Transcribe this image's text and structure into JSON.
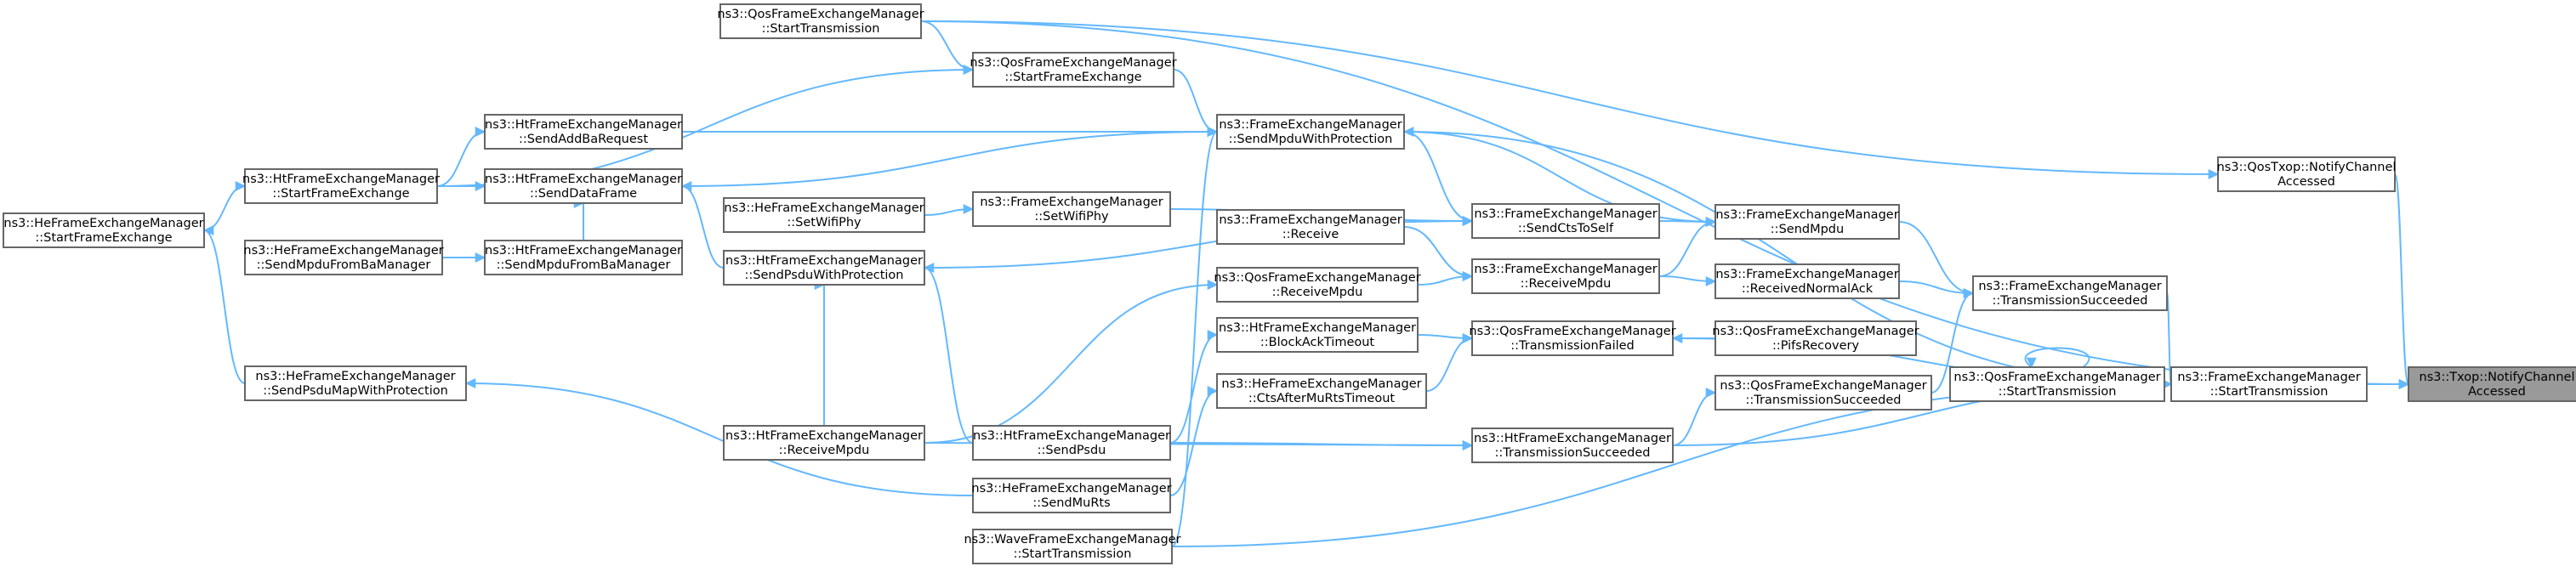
{
  "diagram": {
    "type": "call-graph",
    "colors": {
      "edge": "#63b8ff",
      "node_border": "#666666",
      "root_fill": "#999999",
      "node_fill": "#ffffff"
    },
    "nodes": [
      {
        "id": "n1",
        "line1": "ns3::Txop::NotifyChannel",
        "line2": "Accessed",
        "root": true
      },
      {
        "id": "n2",
        "line1": "ns3::FrameExchangeManager",
        "line2": "::StartTransmission"
      },
      {
        "id": "n3",
        "line1": "ns3::QosFrameExchangeManager",
        "line2": "::StartTransmission"
      },
      {
        "id": "n4",
        "line1": "ns3::FrameExchangeManager",
        "line2": "::TransmissionSucceeded"
      },
      {
        "id": "n5",
        "line1": "ns3::FrameExchangeManager",
        "line2": "::SendMpdu"
      },
      {
        "id": "n6",
        "line1": "ns3::FrameExchangeManager",
        "line2": "::SendMpduWithProtection"
      },
      {
        "id": "n7",
        "line1": "ns3::HtFrameExchangeManager",
        "line2": "::SendAddBaRequest"
      },
      {
        "id": "n8",
        "line1": "ns3::HtFrameExchangeManager",
        "line2": "::StartFrameExchange"
      },
      {
        "id": "n9",
        "line1": "ns3::HeFrameExchangeManager",
        "line2": "::StartFrameExchange"
      },
      {
        "id": "n10",
        "line1": "ns3::QosFrameExchangeManager",
        "line2": "::StartFrameExchange"
      },
      {
        "id": "n11",
        "line1": "ns3::HtFrameExchangeManager",
        "line2": "::SendDataFrame"
      },
      {
        "id": "n12",
        "line1": "ns3::HtFrameExchangeManager",
        "line2": "::SendPsduWithProtection"
      },
      {
        "id": "n13",
        "line1": "ns3::HtFrameExchangeManager",
        "line2": "::SendMpduFromBaManager"
      },
      {
        "id": "n14",
        "line1": "ns3::HeFrameExchangeManager",
        "line2": "::SendMpduFromBaManager"
      },
      {
        "id": "n15",
        "line1": "ns3::HtFrameExchangeManager",
        "line2": "::ReceiveMpdu"
      },
      {
        "id": "n16",
        "line1": "ns3::HtFrameExchangeManager",
        "line2": "::SendPsdu"
      },
      {
        "id": "n17",
        "line1": "ns3::HeFrameExchangeManager",
        "line2": "::SendPsduMapWithProtection"
      },
      {
        "id": "n18",
        "line1": "ns3::HeFrameExchangeManager",
        "line2": "::SendMuRts"
      },
      {
        "id": "n19",
        "line1": "ns3::HeFrameExchangeManager",
        "line2": "::SetWifiPhy"
      },
      {
        "id": "n20",
        "line1": "ns3::FrameExchangeManager",
        "line2": "::SetWifiPhy"
      },
      {
        "id": "n21",
        "line1": "ns3::FrameExchangeManager",
        "line2": "::Receive"
      },
      {
        "id": "n22",
        "line1": "ns3::FrameExchangeManager",
        "line2": "::ReceiveMpdu"
      },
      {
        "id": "n23",
        "line1": "ns3::FrameExchangeManager",
        "line2": "::SendCtsToSelf"
      },
      {
        "id": "n24",
        "line1": "ns3::QosFrameExchangeManager",
        "line2": "::ReceiveMpdu"
      },
      {
        "id": "n25",
        "line1": "ns3::FrameExchangeManager",
        "line2": "::ReceivedNormalAck"
      },
      {
        "id": "n26",
        "line1": "ns3::HtFrameExchangeManager",
        "line2": "::BlockAckTimeout"
      },
      {
        "id": "n27",
        "line1": "ns3::QosFrameExchangeManager",
        "line2": "::TransmissionFailed"
      },
      {
        "id": "n28",
        "line1": "ns3::QosFrameExchangeManager",
        "line2": "::PifsRecovery"
      },
      {
        "id": "n29",
        "line1": "ns3::HeFrameExchangeManager",
        "line2": "::CtsAfterMuRtsTimeout"
      },
      {
        "id": "n30",
        "line1": "ns3::QosFrameExchangeManager",
        "line2": "::TransmissionSucceeded"
      },
      {
        "id": "n31",
        "line1": "ns3::HtFrameExchangeManager",
        "line2": "::TransmissionSucceeded"
      },
      {
        "id": "n32",
        "line1": "ns3::WaveFrameExchangeManager",
        "line2": "::StartTransmission"
      },
      {
        "id": "n33",
        "line1": "ns3::QosFrameExchangeManager",
        "line2": "::StartTransmission"
      },
      {
        "id": "n34",
        "line1": "ns3::QosTxop::NotifyChannel",
        "line2": "Accessed"
      }
    ],
    "edges": [
      {
        "from": "n2",
        "to": "n1"
      },
      {
        "from": "n3",
        "to": "n2"
      },
      {
        "from": "n4",
        "to": "n2"
      },
      {
        "from": "n5",
        "to": "n4"
      },
      {
        "from": "n6",
        "to": "n5"
      },
      {
        "from": "n7",
        "to": "n6"
      },
      {
        "from": "n8",
        "to": "n7"
      },
      {
        "from": "n9",
        "to": "n8"
      },
      {
        "from": "n10",
        "to": "n6"
      },
      {
        "from": "n8",
        "to": "n10"
      },
      {
        "from": "n11",
        "to": "n6"
      },
      {
        "from": "n8",
        "to": "n11"
      },
      {
        "from": "n12",
        "to": "n11"
      },
      {
        "from": "n13",
        "to": "n11"
      },
      {
        "from": "n14",
        "to": "n13"
      },
      {
        "from": "n15",
        "to": "n12"
      },
      {
        "from": "n16",
        "to": "n12"
      },
      {
        "from": "n17",
        "to": "n9"
      },
      {
        "from": "n18",
        "to": "n17"
      },
      {
        "from": "n19",
        "to": "n20"
      },
      {
        "from": "n20",
        "to": "n23"
      },
      {
        "from": "n21",
        "to": "n22"
      },
      {
        "from": "n22",
        "to": "n5"
      },
      {
        "from": "n23",
        "to": "n5"
      },
      {
        "from": "n12",
        "to": "n23"
      },
      {
        "from": "n6",
        "to": "n23"
      },
      {
        "from": "n24",
        "to": "n22"
      },
      {
        "from": "n15",
        "to": "n24"
      },
      {
        "from": "n25",
        "to": "n4"
      },
      {
        "from": "n22",
        "to": "n25"
      },
      {
        "from": "n26",
        "to": "n27"
      },
      {
        "from": "n16",
        "to": "n26"
      },
      {
        "from": "n27",
        "to": "n2"
      },
      {
        "from": "n28",
        "to": "n27"
      },
      {
        "from": "n29",
        "to": "n27"
      },
      {
        "from": "n18",
        "to": "n29"
      },
      {
        "from": "n30",
        "to": "n4"
      },
      {
        "from": "n31",
        "to": "n30"
      },
      {
        "from": "n15",
        "to": "n31"
      },
      {
        "from": "n16",
        "to": "n31"
      },
      {
        "from": "n31",
        "to": "n2"
      },
      {
        "from": "n32",
        "to": "n2"
      },
      {
        "from": "n32",
        "to": "n6"
      },
      {
        "from": "n33",
        "to": "n1"
      },
      {
        "from": "n33",
        "to": "n10"
      },
      {
        "from": "n2",
        "to": "n6"
      },
      {
        "from": "n3",
        "to": "n3"
      },
      {
        "from": "n34",
        "to": "n1"
      },
      {
        "from": "n33",
        "to": "n34"
      }
    ]
  }
}
